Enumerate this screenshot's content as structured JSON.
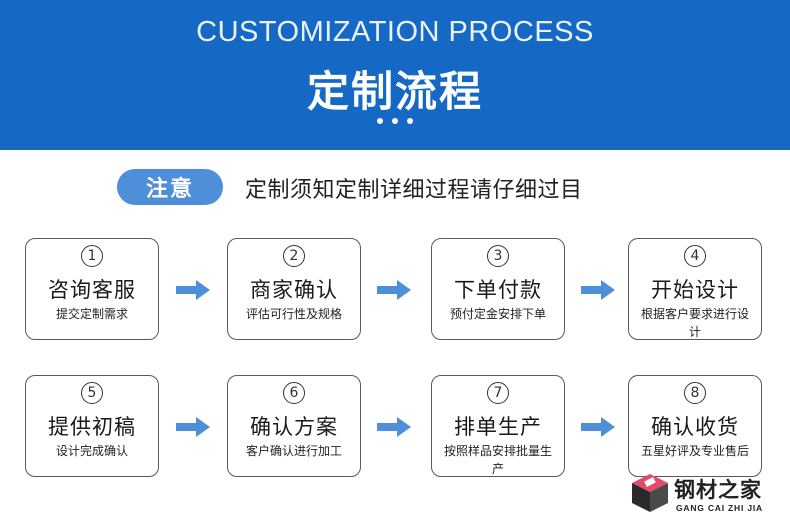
{
  "header": {
    "title_en": "CUSTOMIZATION PROCESS",
    "title_zh": "定制流程"
  },
  "notice": {
    "label": "注意",
    "text": "定制须知定制详细过程请仔细过目"
  },
  "steps": [
    {
      "num": "1",
      "title": "咨询客服",
      "desc": "提交定制需求"
    },
    {
      "num": "2",
      "title": "商家确认",
      "desc": "评估可行性及规格"
    },
    {
      "num": "3",
      "title": "下单付款",
      "desc": "预付定金安排下单"
    },
    {
      "num": "4",
      "title": "开始设计",
      "desc": "根据客户要求进行设计"
    },
    {
      "num": "5",
      "title": "提供初稿",
      "desc": "设计完成确认"
    },
    {
      "num": "6",
      "title": "确认方案",
      "desc": "客户确认进行加工"
    },
    {
      "num": "7",
      "title": "排单生产",
      "desc": "按照样品安排批量生产"
    },
    {
      "num": "8",
      "title": "确认收货",
      "desc": "五星好评及专业售后"
    }
  ],
  "logo": {
    "name": "钢材之家",
    "pinyin": "GANG CAI ZHI JIA"
  },
  "colors": {
    "header_bg": "#1668c5",
    "pill_bg": "#4d8fd8",
    "arrow": "#4d8fd8"
  }
}
